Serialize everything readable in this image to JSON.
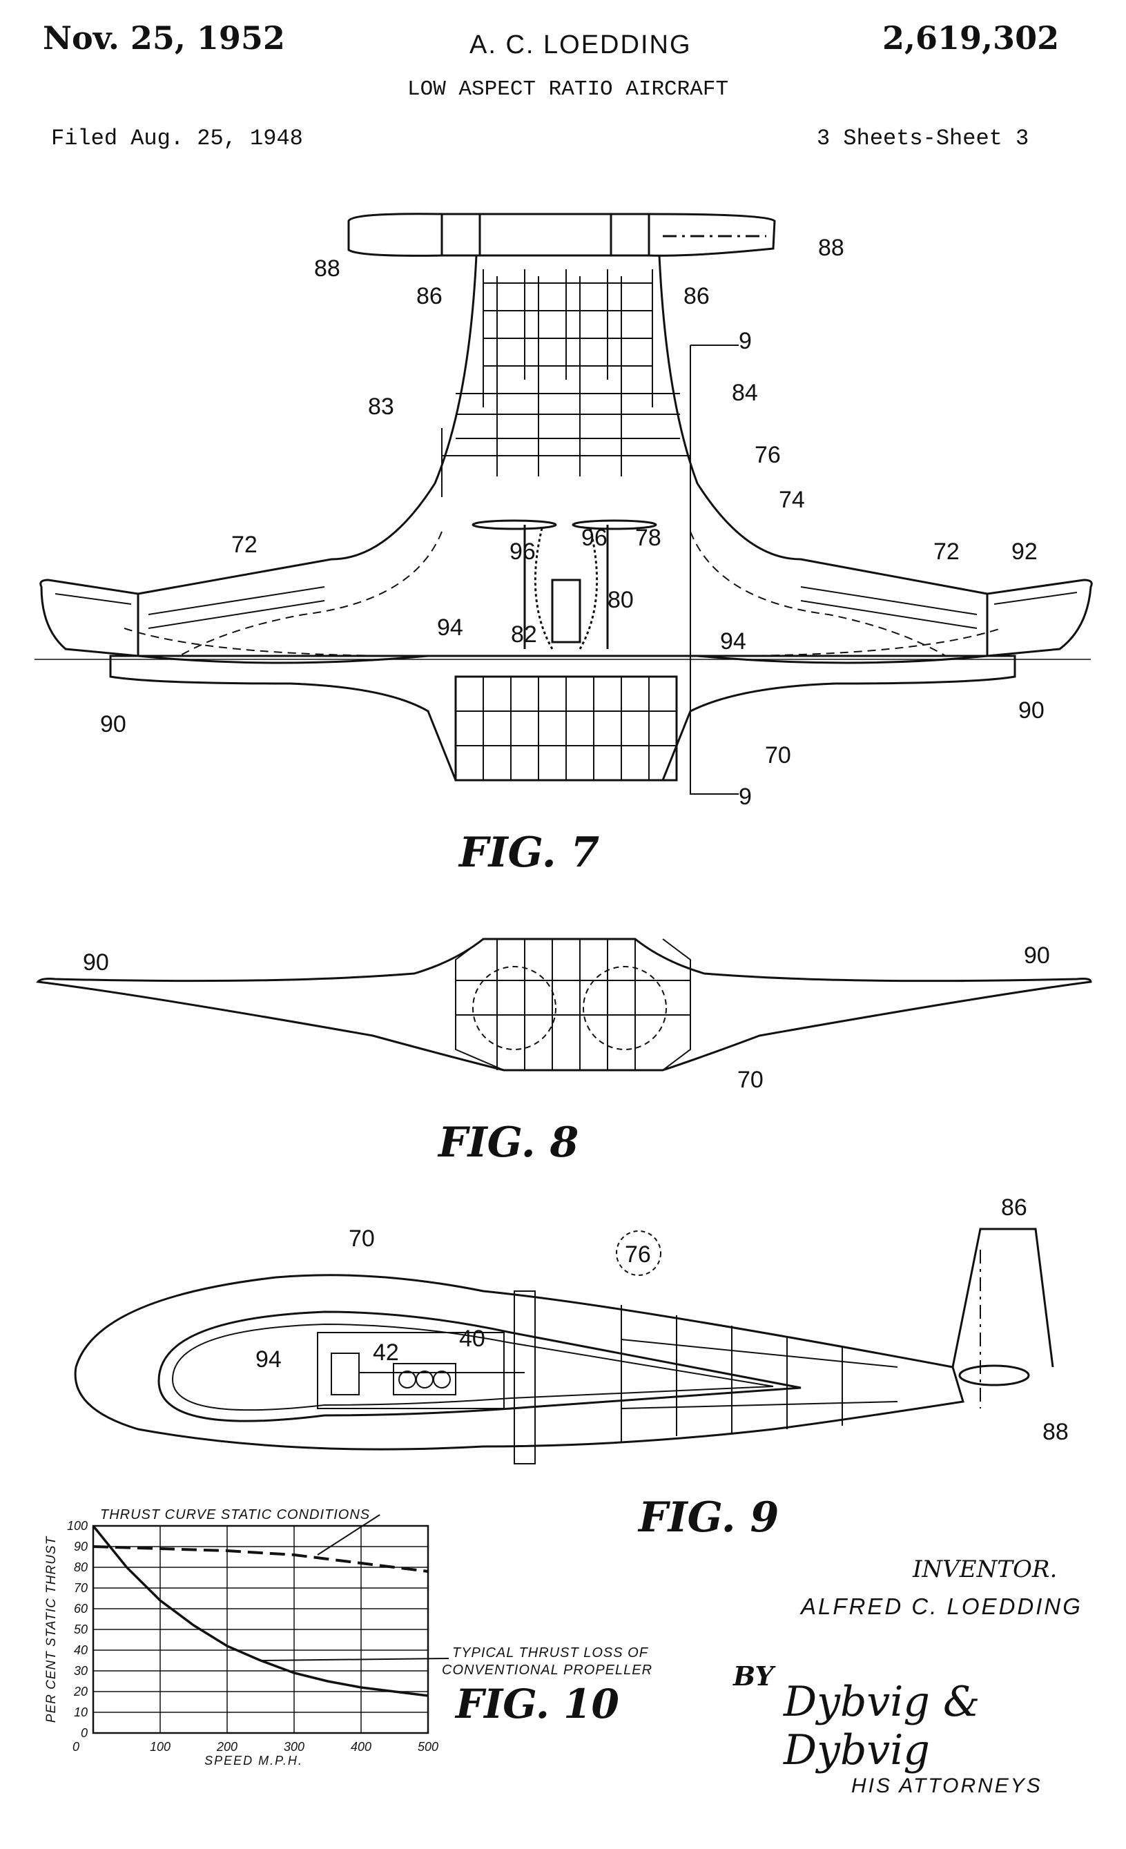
{
  "header": {
    "date": "Nov. 25, 1952",
    "inventor_name": "A. C. LOEDDING",
    "patent_number": "2,619,302",
    "title": "LOW ASPECT RATIO AIRCRAFT",
    "filed": "Filed Aug. 25, 1948",
    "sheets": "3 Sheets-Sheet 3"
  },
  "figures": {
    "fig7": {
      "label": "FIG. 7",
      "refs": [
        "88",
        "88",
        "86",
        "86",
        "9",
        "84",
        "83",
        "76",
        "74",
        "72",
        "72",
        "92",
        "96",
        "96",
        "78",
        "80",
        "94",
        "82",
        "94",
        "90",
        "90",
        "70",
        "9"
      ]
    },
    "fig8": {
      "label": "FIG. 8",
      "refs": [
        "90",
        "90",
        "70"
      ]
    },
    "fig9": {
      "label": "FIG. 9",
      "refs": [
        "86",
        "70",
        "76",
        "94",
        "42",
        "40",
        "88"
      ]
    },
    "fig10": {
      "label": "FIG. 10",
      "static_label": "THRUST CURVE STATIC CONDITIONS",
      "loss_label_1": "TYPICAL THRUST LOSS OF",
      "loss_label_2": "CONVENTIONAL PROPELLER"
    }
  },
  "chart_data": {
    "type": "line",
    "xlabel": "SPEED M.P.H.",
    "ylabel": "PER CENT STATIC THRUST",
    "xlim": [
      0,
      500
    ],
    "ylim": [
      0,
      100
    ],
    "x_ticks": [
      "0",
      "100",
      "200",
      "300",
      "400",
      "500"
    ],
    "y_ticks": [
      "0",
      "10",
      "20",
      "30",
      "40",
      "50",
      "60",
      "70",
      "80",
      "90",
      "100"
    ],
    "grid": true,
    "series": [
      {
        "name": "THRUST CURVE STATIC CONDITIONS",
        "style": "dashed",
        "x": [
          0,
          100,
          200,
          300,
          400,
          500
        ],
        "y": [
          90,
          89,
          88,
          86,
          82,
          78
        ]
      },
      {
        "name": "TYPICAL THRUST LOSS OF CONVENTIONAL PROPELLER",
        "style": "solid",
        "x": [
          0,
          50,
          100,
          150,
          200,
          250,
          300,
          350,
          400,
          450,
          500
        ],
        "y": [
          100,
          80,
          64,
          52,
          42,
          35,
          29,
          25,
          22,
          20,
          18
        ]
      }
    ]
  },
  "signature_block": {
    "inventor_heading": "INVENTOR.",
    "inventor_full": "ALFRED C. LOEDDING",
    "by": "BY",
    "attorneys_signature": "Dybvig & Dybvig",
    "attorneys_label": "HIS ATTORNEYS"
  },
  "colors": {
    "ink": "#111111",
    "paper": "#ffffff"
  }
}
